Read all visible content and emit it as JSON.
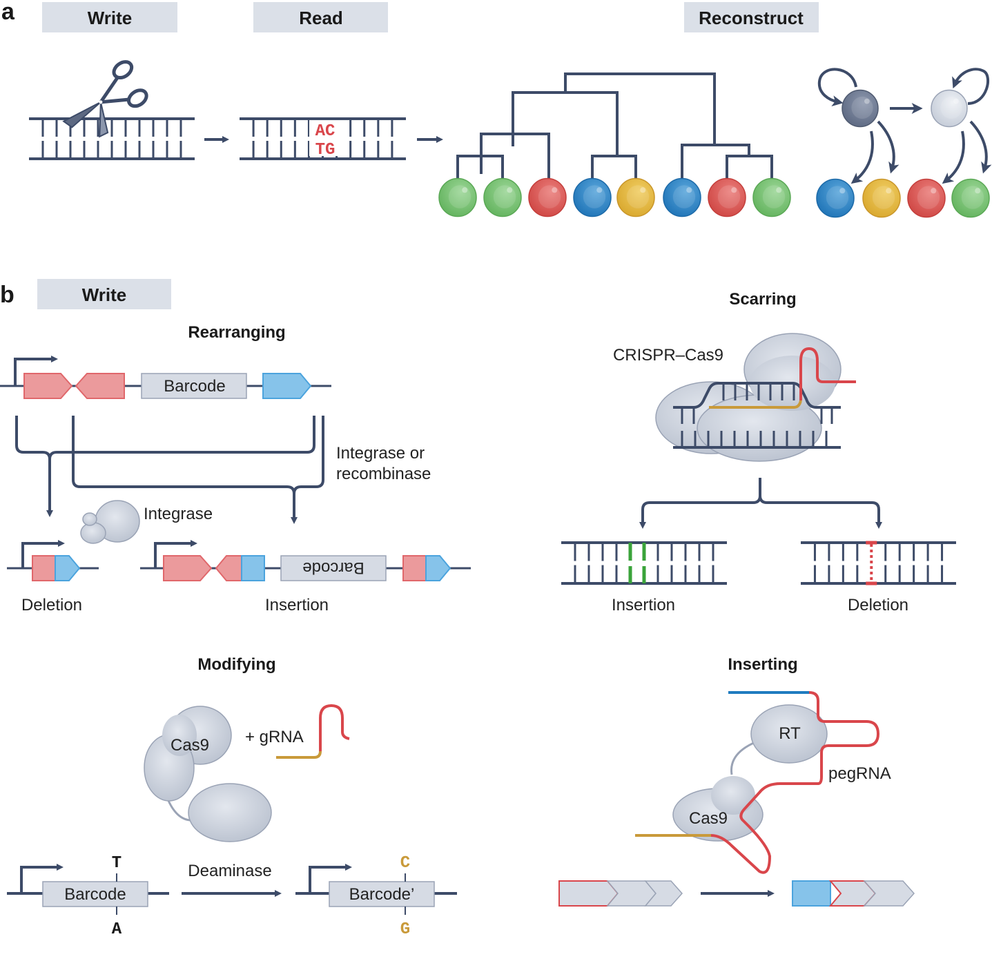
{
  "colors": {
    "navy": "#3d4b68",
    "label_box": "#dbe0e8",
    "red": "#e0676b",
    "red_light": "#eb9a9c",
    "blue": "#4ba3dd",
    "blue_light": "#86c3ea",
    "green": "#74c26f",
    "yellow": "#e8bb3e",
    "cell_red": "#d9534f",
    "cell_blue": "#2f86c6",
    "gold": "#c99a3a",
    "rna_red": "#d9464b",
    "grey_protein": "#cfd5e0",
    "barcode_fill": "#d6dbe4",
    "insert_green": "#3aa33a",
    "rt_blue": "#1f7bbf"
  },
  "panel_a": {
    "letter": "a",
    "steps": [
      "Write",
      "Read",
      "Reconstruct"
    ],
    "read_bases_top": "AC",
    "read_bases_bottom": "TG",
    "tree_leaves": [
      "green",
      "green",
      "red",
      "blue",
      "yellow",
      "blue",
      "red",
      "green"
    ],
    "state_cells": [
      "dark",
      "light"
    ],
    "state_leaves": [
      "blue",
      "yellow",
      "red",
      "green"
    ]
  },
  "panel_b": {
    "letter": "b",
    "step": "Write",
    "rearranging": {
      "title": "Rearranging",
      "barcode": "Barcode",
      "enzyme_label": "Integrase or",
      "enzyme_label_2": "recombinase",
      "integrase": "Integrase",
      "deletion": "Deletion",
      "insertion": "Insertion",
      "flipped_barcode": "Barcode"
    },
    "scarring": {
      "title": "Scarring",
      "complex": "CRISPR–Cas9",
      "insertion": "Insertion",
      "deletion": "Deletion"
    },
    "modifying": {
      "title": "Modifying",
      "cas9": "Cas9",
      "grna": "+ gRNA",
      "barcode": "Barcode",
      "barcode_prime": "Barcode’",
      "deaminase": "Deaminase",
      "base_before_top": "T",
      "base_before_bottom": "A",
      "base_after_top": "C",
      "base_after_bottom": "G"
    },
    "inserting": {
      "title": "Inserting",
      "rt": "RT",
      "cas9": "Cas9",
      "pegrna": "pegRNA"
    }
  }
}
